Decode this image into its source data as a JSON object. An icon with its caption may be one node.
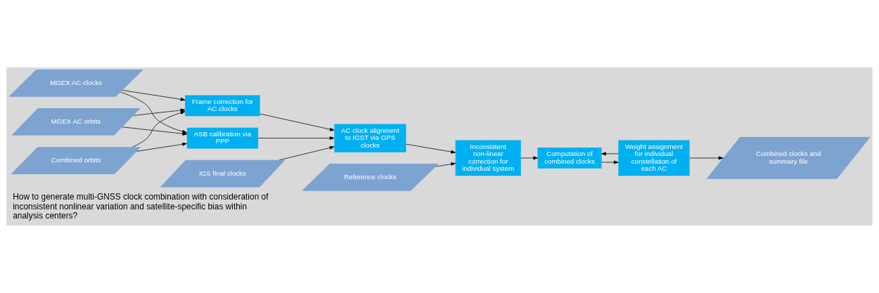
{
  "diagram": {
    "caption": "How to generate multi-GNSS clock combination with consideration of inconsistent nonlinear variation and satellite-specific bias within analysis centers?",
    "nodes": [
      {
        "text": [
          "MGEX AC clocks"
        ]
      },
      {
        "text": [
          "MGEX AC orbits"
        ]
      },
      {
        "text": [
          "Combined orbits"
        ]
      },
      {
        "text": [
          "ASB calibration via PPP"
        ]
      },
      {
        "text": [
          "Frame correction for AC clocks"
        ]
      },
      {
        "text": [
          "IGS final clocks"
        ]
      },
      {
        "text": [
          "AC clock alignment to IGST via GPS clocks"
        ]
      },
      {
        "text": [
          "Reference clocks"
        ]
      },
      {
        "text": [
          "Inconsistent non-linear correction for individual system"
        ]
      },
      {
        "text": [
          "Computation of combined clocks"
        ]
      },
      {
        "text": [
          "Weight assignment for individual constellation of each AC"
        ]
      },
      {
        "text": [
          "Combined clocks and summary file"
        ]
      }
    ],
    "edges": [
      {
        "from": 0,
        "to": 3,
        "arrow": "to"
      },
      {
        "from": 1,
        "to": 3,
        "arrow": "to"
      },
      {
        "from": 2,
        "to": 3,
        "arrow": "to"
      },
      {
        "from": 0,
        "to": 4,
        "arrow": "to"
      },
      {
        "from": 1,
        "to": 4,
        "arrow": "to"
      },
      {
        "from": 2,
        "to": 4,
        "arrow": "to"
      },
      {
        "from": 3,
        "to": 6,
        "arrow": "to"
      },
      {
        "from": 4,
        "to": 6,
        "arrow": "to"
      },
      {
        "from": 5,
        "to": 6,
        "arrow": "to"
      },
      {
        "from": 6,
        "to": 8,
        "arrow": "to"
      },
      {
        "from": 7,
        "to": 8,
        "arrow": "to"
      },
      {
        "from": 8,
        "to": 9,
        "arrow": "to"
      },
      {
        "from": 9,
        "to": 10,
        "arrow": "to"
      },
      {
        "from": 10,
        "to": 9,
        "arrow": "to"
      },
      {
        "from": 10,
        "to": 11,
        "arrow": "to"
      }
    ]
  }
}
